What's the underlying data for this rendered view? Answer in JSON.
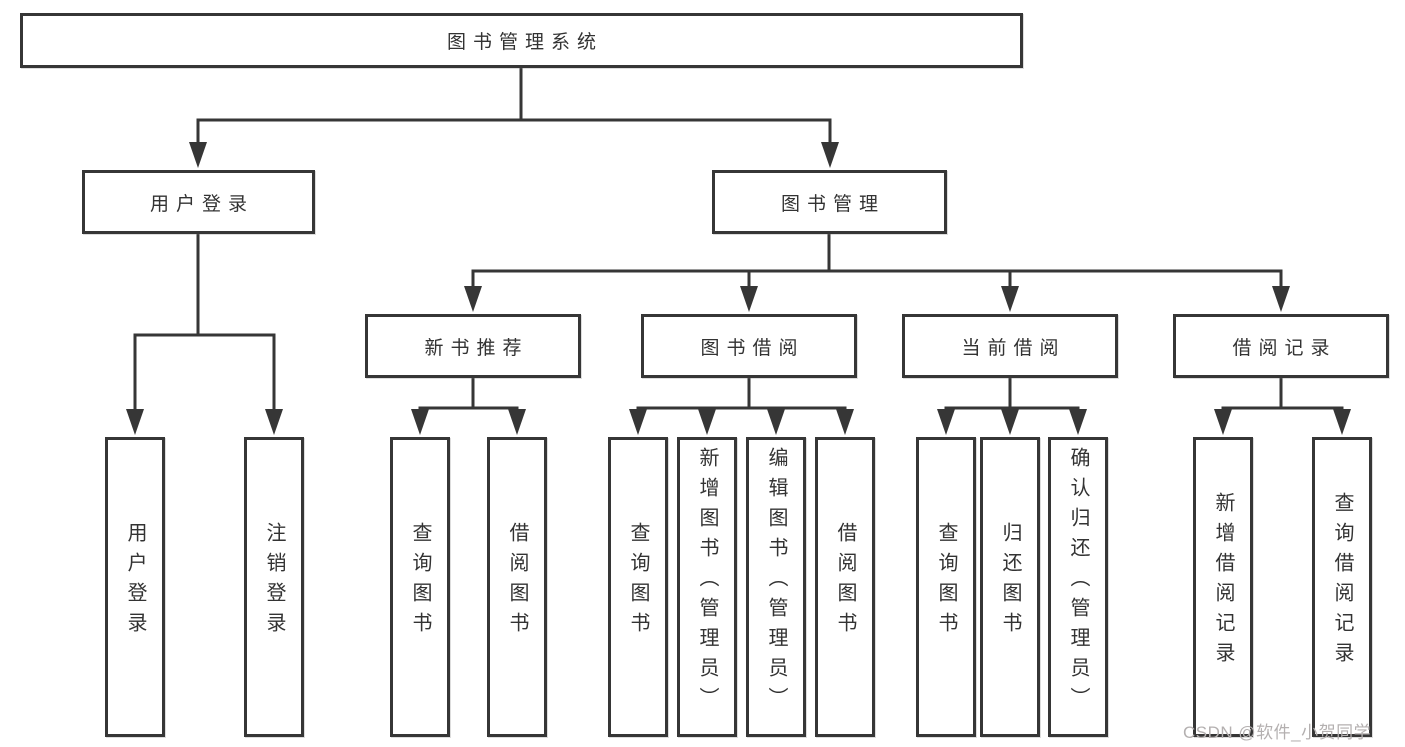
{
  "nodes": {
    "root": "图书管理系统",
    "user_login": "用户登录",
    "book_mgmt": "图书管理",
    "leaf_user_login": "用户登录",
    "leaf_logout": "注销登录",
    "new_book_rec": "新书推荐",
    "book_borrow": "图书借阅",
    "current_borrow": "当前借阅",
    "borrow_record": "借阅记录",
    "nb_query_book": "查询图书",
    "nb_borrow_book": "借阅图书",
    "bb_query_book": "查询图书",
    "bb_add_book": "新增图书（管理员）",
    "bb_edit_book": "编辑图书（管理员）",
    "bb_borrow_book": "借阅图书",
    "cb_query_book": "查询图书",
    "cb_return_book": "归还图书",
    "cb_confirm_return": "确认归还（管理员）",
    "br_add_record": "新增借阅记录",
    "br_query_record": "查询借阅记录"
  },
  "hierarchy": {
    "图书管理系统": {
      "用户登录": [
        "用户登录",
        "注销登录"
      ],
      "图书管理": {
        "新书推荐": [
          "查询图书",
          "借阅图书"
        ],
        "图书借阅": [
          "查询图书",
          "新增图书（管理员）",
          "编辑图书（管理员）",
          "借阅图书"
        ],
        "当前借阅": [
          "查询图书",
          "归还图书",
          "确认归还（管理员）"
        ],
        "借阅记录": [
          "新增借阅记录",
          "查询借阅记录"
        ]
      }
    }
  },
  "watermark": "CSDN @软件_小贺同学",
  "colors": {
    "line": "#363636",
    "text": "#333333",
    "watermark": "#b4b0b0",
    "background": "#ffffff"
  }
}
